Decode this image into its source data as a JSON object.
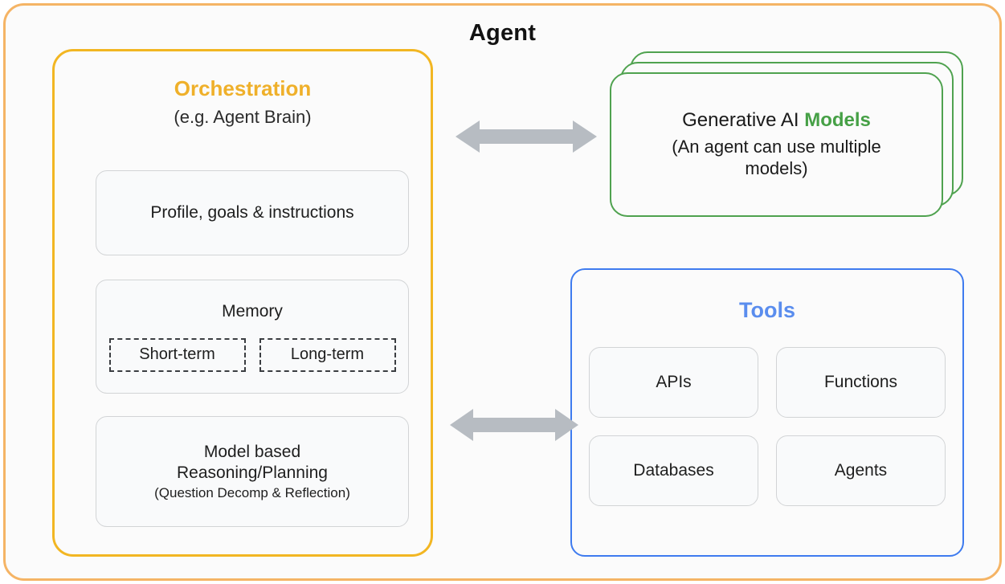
{
  "diagram": {
    "title": "Agent",
    "colors": {
      "outer_border": "#F5B465",
      "orchestration": "#EFB02A",
      "models": "#46A046",
      "tools": "#5A8DEE",
      "arrow": "#B7BCC2",
      "background": "#FBFBFB"
    }
  },
  "orchestration": {
    "title": "Orchestration",
    "subtitle": "(e.g. Agent Brain)",
    "cards": [
      {
        "label": "Profile, goals & instructions"
      },
      {
        "label": "Memory"
      },
      {
        "label_line1": "Model based",
        "label_line2": "Reasoning/Planning",
        "note": "(Question Decomp & Reflection)"
      }
    ],
    "memory_chips": [
      {
        "label": "Short-term"
      },
      {
        "label": "Long-term"
      }
    ]
  },
  "models": {
    "title_prefix": "Generative AI ",
    "title_accent": "Models",
    "note_line1": "(An agent can use multiple",
    "note_line2": "models)",
    "stack_count": 3
  },
  "tools": {
    "title": "Tools",
    "items": [
      {
        "label": "APIs"
      },
      {
        "label": "Functions"
      },
      {
        "label": "Databases"
      },
      {
        "label": "Agents"
      }
    ]
  },
  "arrows": [
    {
      "name": "orchestration-to-models",
      "type": "double-headed"
    },
    {
      "name": "orchestration-to-tools",
      "type": "double-headed"
    }
  ]
}
